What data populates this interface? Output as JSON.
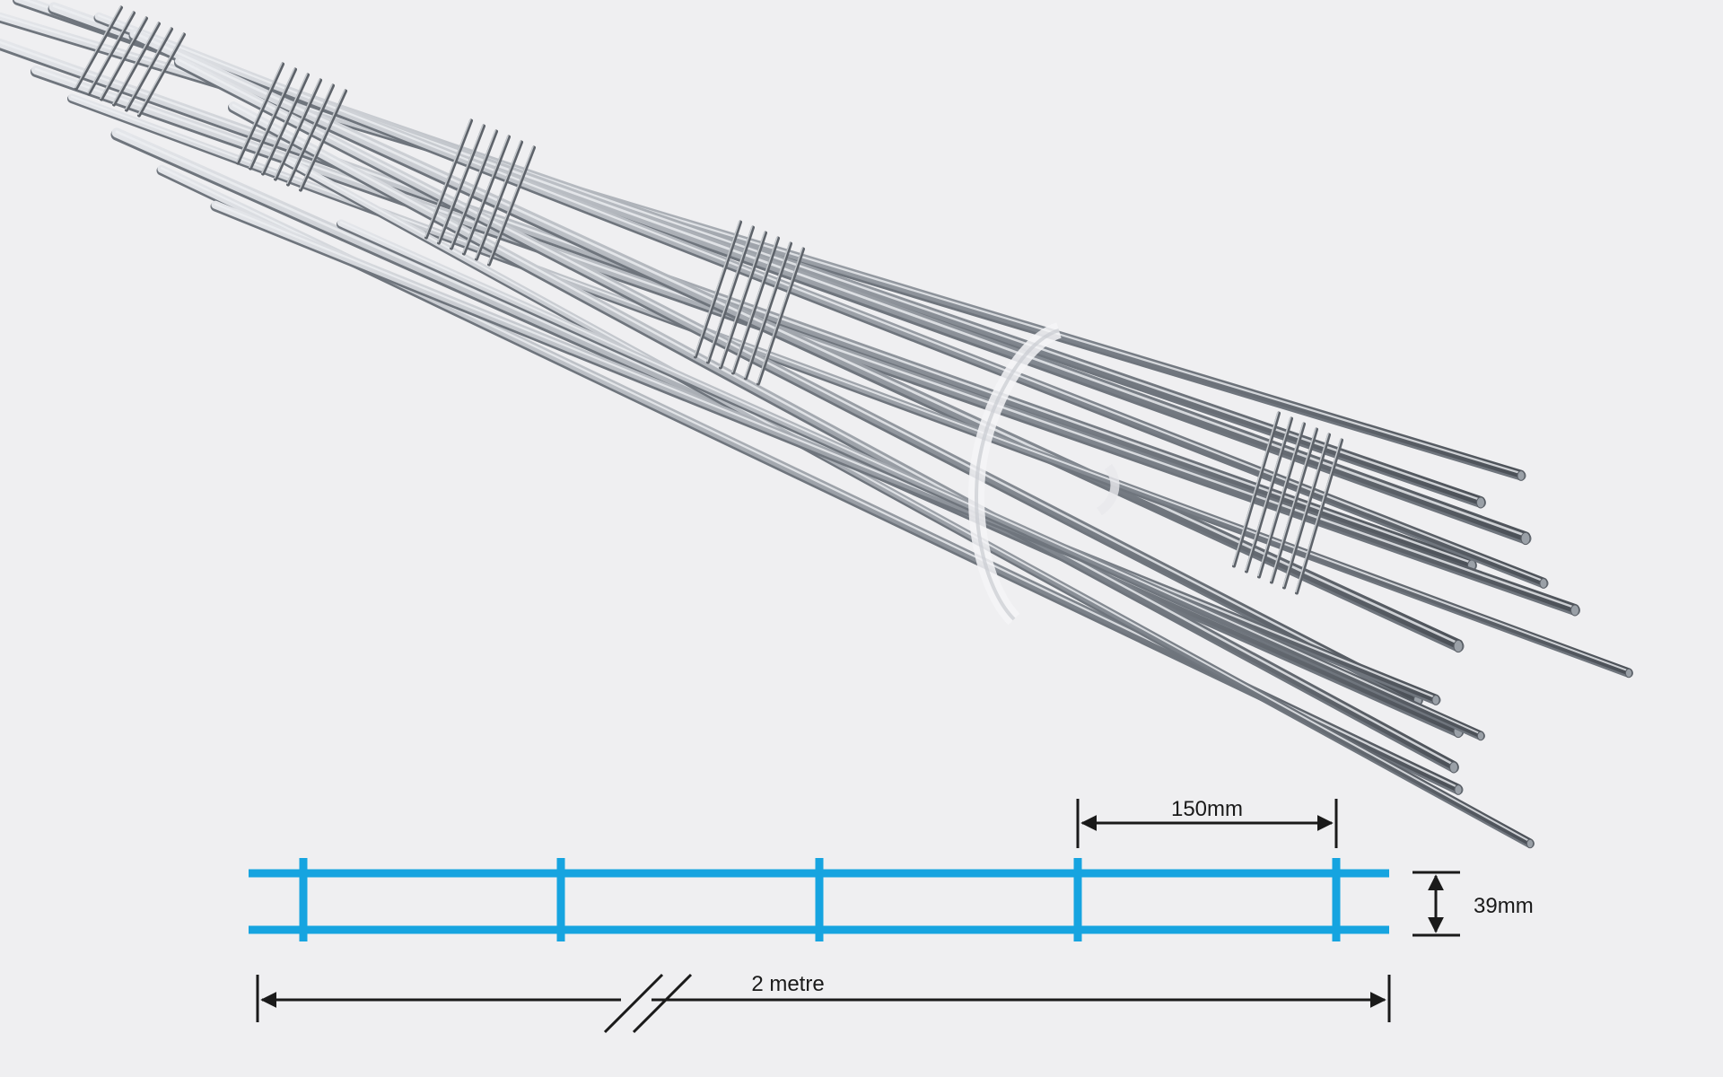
{
  "background_color": "#efeff1",
  "diagram": {
    "accent_color": "#16a4e0",
    "dimension_color": "#1a1a1a",
    "rail_count": 2,
    "cross_wire_count": 5,
    "labels": {
      "spacing": "150mm",
      "width": "39mm",
      "length": "2 metre"
    }
  },
  "photo": {
    "subject_icon": "bundled-wire-mesh-strips-icon",
    "tie_icon": "plastic-strap-icon"
  }
}
